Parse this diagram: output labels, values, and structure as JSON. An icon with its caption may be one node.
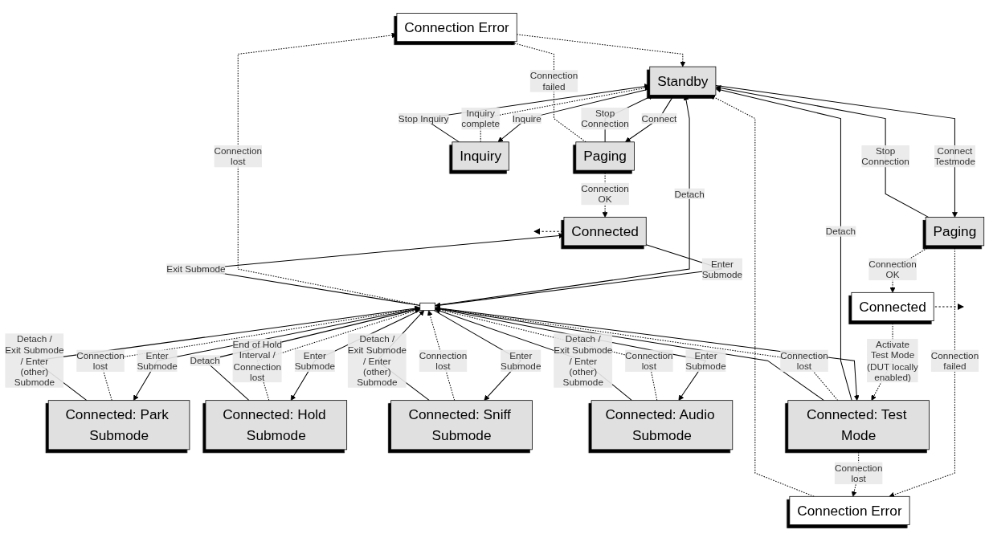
{
  "diagram": {
    "nodes": [
      {
        "text": [
          "Connection Error"
        ]
      },
      {
        "text": [
          "Standby"
        ]
      },
      {
        "text": [
          "Connection Error"
        ]
      },
      {
        "text": [
          "Paging"
        ]
      },
      {
        "text": [
          "Inquiry"
        ]
      },
      {
        "text": [
          "Paging"
        ]
      },
      {
        "text": [
          "Connected"
        ]
      },
      {
        "text": [
          "Connected"
        ]
      },
      {
        "text": [],
        "shape": "bar"
      },
      {
        "text": [
          "Connected: Park Submode"
        ]
      },
      {
        "text": [
          "Connected: Hold Submode"
        ]
      },
      {
        "text": [
          "Connected: Sniff Submode"
        ]
      },
      {
        "text": [
          "Connected: Audio Submode"
        ]
      },
      {
        "text": [
          "Connected: Test Mode"
        ]
      }
    ],
    "edges": [
      {
        "from": 0,
        "to": 1,
        "arrow": "to",
        "style": "dashed"
      },
      {
        "from": 1,
        "to": 3,
        "arrow": "to",
        "label": "Connect"
      },
      {
        "from": 3,
        "to": 1,
        "arrow": "to",
        "label": "Stop Connection"
      },
      {
        "from": 8,
        "to": 1,
        "arrow": "to",
        "label": "Detach"
      },
      {
        "from": 3,
        "to": 0,
        "arrow": "to",
        "label": "Connection failed",
        "style": "dashed"
      },
      {
        "from": 4,
        "to": 1,
        "arrow": "to",
        "label": "Inquiry complete",
        "style": "dashed"
      },
      {
        "from": 4,
        "to": 1,
        "arrow": "to",
        "label": "Stop Inquiry"
      },
      {
        "from": 1,
        "to": 4,
        "arrow": "to",
        "label": "Inquire"
      },
      {
        "from": 2,
        "to": 1,
        "arrow": "to",
        "style": "dashed"
      },
      {
        "from": 1,
        "to": 5,
        "arrow": "to",
        "label": "Connect Testmode"
      },
      {
        "from": 5,
        "to": 1,
        "arrow": "to",
        "label": "Stop Connection"
      },
      {
        "from": 13,
        "to": 1,
        "arrow": "to",
        "label": "Detach"
      },
      {
        "from": 5,
        "to": 2,
        "arrow": "to",
        "label": "Connection failed",
        "style": "dashed"
      },
      {
        "from": 3,
        "to": 6,
        "arrow": "to",
        "label": "Connection OK",
        "style": "dashed"
      },
      {
        "from": 5,
        "to": 7,
        "arrow": "to",
        "label": "Connection OK",
        "style": "dashed"
      },
      {
        "from": 6,
        "to": null,
        "arrow": "to",
        "style": "dashed"
      },
      {
        "from": 8,
        "to": 0,
        "arrow": "to",
        "label": "Connection lost",
        "style": "dashed"
      },
      {
        "from": 8,
        "to": 6,
        "arrow": "to",
        "label": "Exit Submode"
      },
      {
        "from": 6,
        "to": 8,
        "arrow": "to",
        "label": "Enter Submode"
      },
      {
        "from": 7,
        "to": null,
        "arrow": "to",
        "style": "dashed"
      },
      {
        "from": 13,
        "to": 2,
        "arrow": "to",
        "label": "Connection lost",
        "style": "dashed"
      },
      {
        "from": 7,
        "to": 13,
        "arrow": "to",
        "label": "Activate Test Mode (DUT locally enabled)",
        "style": "dashed"
      },
      {
        "from": 9,
        "to": 8,
        "arrow": "to",
        "label": "Connection lost",
        "style": "dashed"
      },
      {
        "from": 9,
        "to": 8,
        "arrow": "to",
        "label": "Detach / Exit Submode / Enter (other) Submode"
      },
      {
        "from": 8,
        "to": 9,
        "arrow": "to",
        "label": "Enter Submode"
      },
      {
        "from": 10,
        "to": 8,
        "arrow": "to",
        "label": "End of Hold Interval / Connection lost",
        "style": "dashed"
      },
      {
        "from": 10,
        "to": 8,
        "arrow": "to",
        "label": "Detach"
      },
      {
        "from": 8,
        "to": 10,
        "arrow": "to",
        "label": "Enter Submode"
      },
      {
        "from": 11,
        "to": 8,
        "arrow": "to",
        "label": "Connection lost",
        "style": "dashed"
      },
      {
        "from": 11,
        "to": 8,
        "arrow": "to",
        "label": "Detach / Exit Submode / Enter (other) Submode"
      },
      {
        "from": 8,
        "to": 11,
        "arrow": "to",
        "label": "Enter Submode"
      },
      {
        "from": 12,
        "to": 8,
        "arrow": "to",
        "label": "Connection lost",
        "style": "dashed"
      },
      {
        "from": 12,
        "to": 8,
        "arrow": "to",
        "label": "Detach / Exit Submode / Enter (other) Submode"
      },
      {
        "from": 8,
        "to": 12,
        "arrow": "to",
        "label": "Enter Submode"
      },
      {
        "from": 13,
        "to": 8,
        "arrow": "to",
        "label": "Connection lost",
        "style": "dashed"
      },
      {
        "from": 13,
        "to": 8,
        "arrow": "to"
      },
      {
        "from": 8,
        "to": 13,
        "arrow": "to"
      }
    ]
  }
}
